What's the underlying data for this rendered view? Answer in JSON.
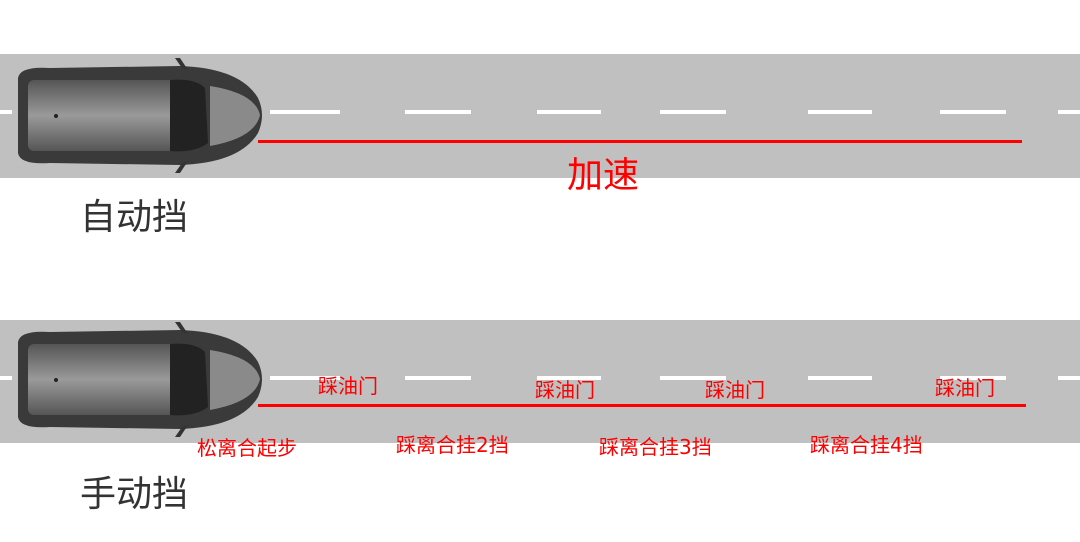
{
  "auto": {
    "title": "自动挡",
    "action": "加速"
  },
  "manual": {
    "title": "手动挡",
    "above": [
      "踩油门",
      "踩油门",
      "踩油门",
      "踩油门"
    ],
    "below": [
      "松离合起步",
      "踩离合挂2挡",
      "踩离合挂3挡",
      "踩离合挂4挡"
    ]
  },
  "colors": {
    "road": "#c0c0c0",
    "accent": "#ff0000"
  }
}
